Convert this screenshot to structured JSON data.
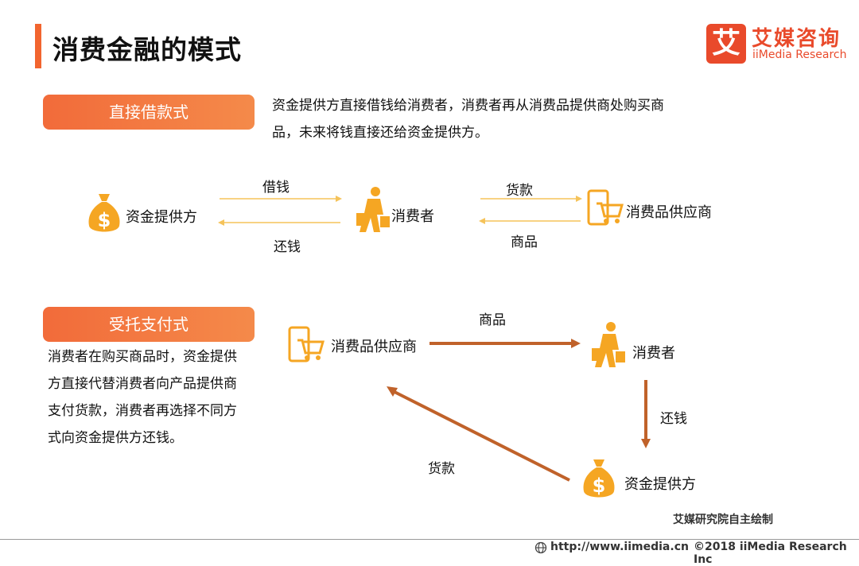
{
  "header": {
    "title": "消费金融的模式",
    "logo_glyph": "艾",
    "logo_cn": "艾媒咨询",
    "logo_en": "iiMedia Research"
  },
  "section1": {
    "pill": "直接借款式",
    "description_line1": "资金提供方直接借钱给消费者，消费者再从消费品提供商处购买商",
    "description_line2": "品，未来将钱直接还给资金提供方。",
    "nodes": {
      "fund": "资金提供方",
      "consumer": "消费者",
      "supplier": "消费品供应商"
    },
    "arrows": {
      "borrow": "借钱",
      "repay": "还钱",
      "payment": "货款",
      "goods": "商品"
    }
  },
  "section2": {
    "pill": "受托支付式",
    "description_lines": [
      "消费者在购买商品时，资金提供",
      "方直接代替消费者向产品提供商",
      "支付货款，消费者再选择不同方",
      "式向资金提供方还钱。"
    ],
    "nodes": {
      "supplier": "消费品供应商",
      "consumer": "消费者",
      "fund": "资金提供方"
    },
    "arrows": {
      "goods": "商品",
      "repay": "还钱",
      "payment": "货款"
    }
  },
  "footer": {
    "credit": "艾媒研究院自主绘制",
    "url": "http://www.iimedia.cn",
    "copyright": "©2018  iiMedia Research  Inc"
  },
  "colors": {
    "accent": "#f2652f",
    "icon": "#f5a623",
    "arrow_light": "#f5c35a",
    "arrow_dark": "#c0622a"
  }
}
